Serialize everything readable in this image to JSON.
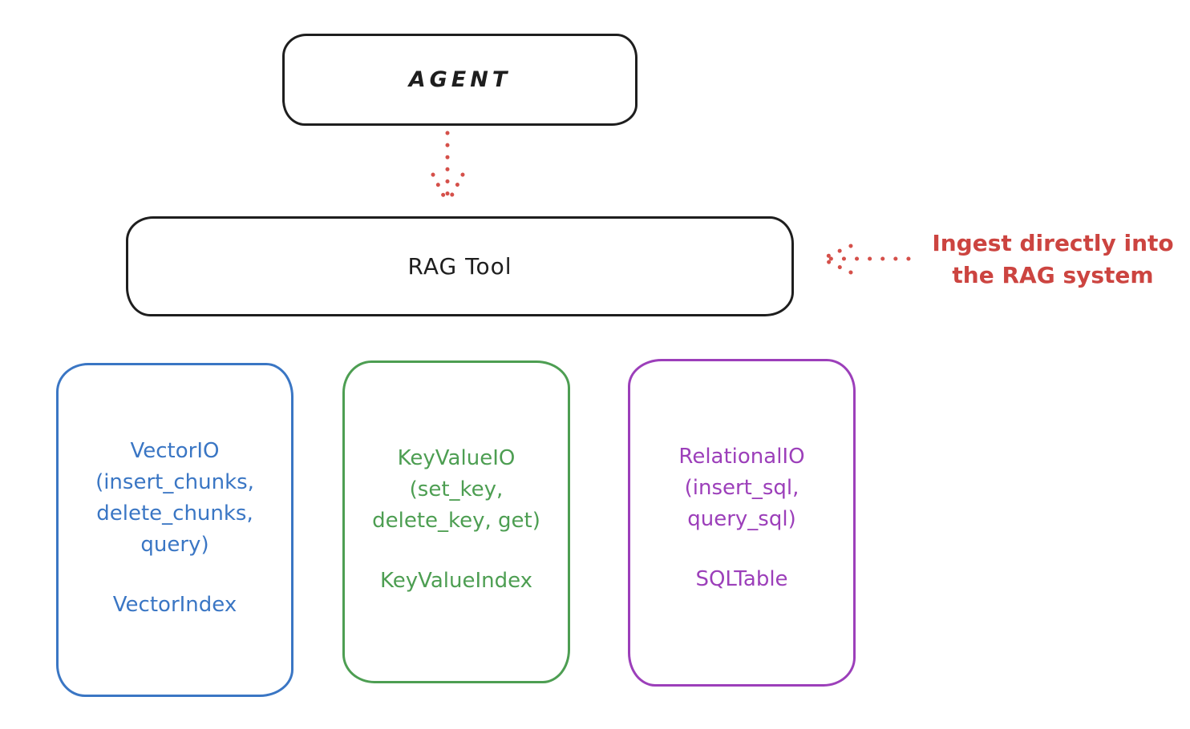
{
  "diagram": {
    "background_color": "#ffffff",
    "stroke_color_default": "#1e1e1e",
    "arrow_color": "#d5504a",
    "nodes": {
      "agent": {
        "label": "AGENT",
        "stroke": "#1e1e1e"
      },
      "rag_tool": {
        "label": "RAG Tool",
        "stroke": "#1e1e1e"
      },
      "vector": {
        "stroke": "#3a76c4",
        "lines": [
          "VectorIO",
          "(insert_chunks,",
          "delete_chunks,",
          "query)"
        ],
        "index_label": "VectorIndex"
      },
      "keyvalue": {
        "stroke": "#4d9e52",
        "lines": [
          "KeyValueIO",
          "(set_key,",
          "delete_key, get)"
        ],
        "index_label": "KeyValueIndex"
      },
      "relational": {
        "stroke": "#9c3fba",
        "lines": [
          "RelationalIO",
          "(insert_sql,",
          "query_sql)"
        ],
        "index_label": "SQLTable"
      }
    },
    "annotation": {
      "color": "#cc4440",
      "lines": [
        "Ingest directly into",
        "the RAG system"
      ]
    }
  }
}
